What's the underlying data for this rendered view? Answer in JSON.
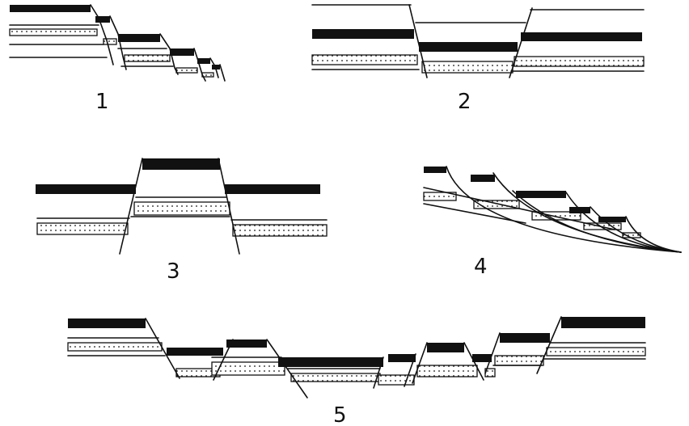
{
  "figure": {
    "panels": [
      {
        "id": "1",
        "label": "1"
      },
      {
        "id": "2",
        "label": "2"
      },
      {
        "id": "3",
        "label": "3"
      },
      {
        "id": "4",
        "label": "4"
      },
      {
        "id": "5",
        "label": "5"
      }
    ],
    "colors": {
      "ink": "#111111",
      "paper": "#ffffff"
    }
  }
}
